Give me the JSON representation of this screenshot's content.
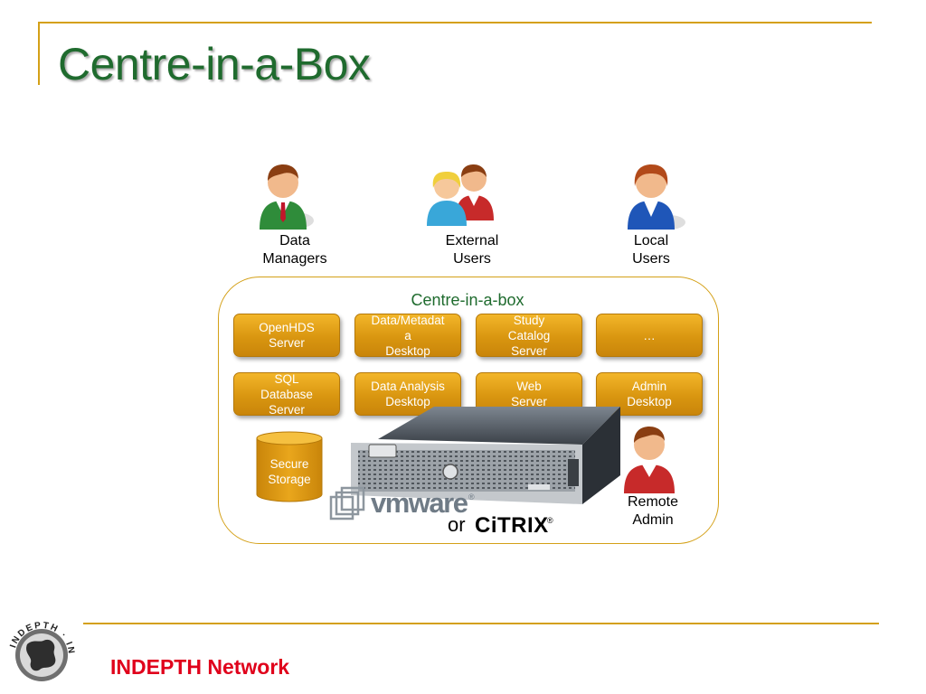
{
  "slide": {
    "title": "Centre-in-a-Box"
  },
  "users": {
    "data_managers": "Data\nManagers",
    "external_users": "External\nUsers",
    "local_users": "Local\nUsers",
    "remote_admin": "Remote\nAdmin"
  },
  "box": {
    "title": "Centre-in-a-box",
    "components": [
      {
        "label": "OpenHDS\nServer"
      },
      {
        "label": "Data/Metadat\na\nDesktop"
      },
      {
        "label": "Study\nCatalog\nServer"
      },
      {
        "label": "…"
      },
      {
        "label": "SQL\nDatabase\nServer"
      },
      {
        "label": "Data Analysis\nDesktop"
      },
      {
        "label": "Web\nServer"
      },
      {
        "label": "Admin\nDesktop"
      }
    ],
    "storage": "Secure\nStorage"
  },
  "platforms": {
    "vmware": "vmware",
    "registered": "®",
    "or": "or",
    "citrix": "CiTRIX"
  },
  "footer": {
    "org": "INDEPTH Network",
    "logo_text": "INDEPTH"
  },
  "colors": {
    "title_green": "#1f6b2e",
    "accent_gold": "#d4a017",
    "component_orange": "#e0a21a",
    "footer_red": "#e0001b"
  }
}
